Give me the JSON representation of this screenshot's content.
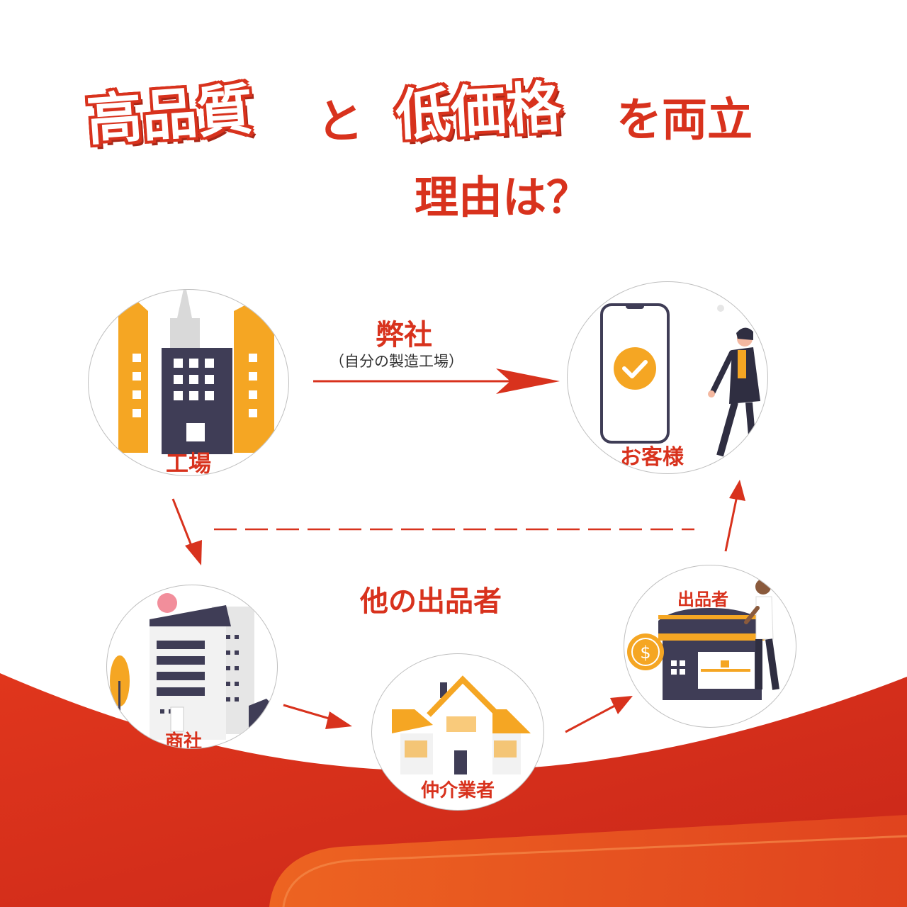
{
  "title": {
    "part1": "高品質",
    "conj": "と",
    "part2": "低価格",
    "part3": "を両立",
    "line2": "理由は？"
  },
  "nodes": {
    "factory": "工場",
    "customer": "お客様",
    "trading": "商社",
    "broker": "仲介業者",
    "seller": "出品者"
  },
  "route": {
    "ours_label": "弊社",
    "ours_sub": "（自分の製造工場）",
    "others_label": "他の出品者"
  },
  "colors": {
    "accent": "#d8321d",
    "building_orange": "#f5a623",
    "building_dark": "#3f3d56"
  },
  "icons": [
    "factory-buildings-icon",
    "phone-check-icon",
    "office-tower-icon",
    "house-icon",
    "shop-icon",
    "dollar-coin-icon"
  ]
}
